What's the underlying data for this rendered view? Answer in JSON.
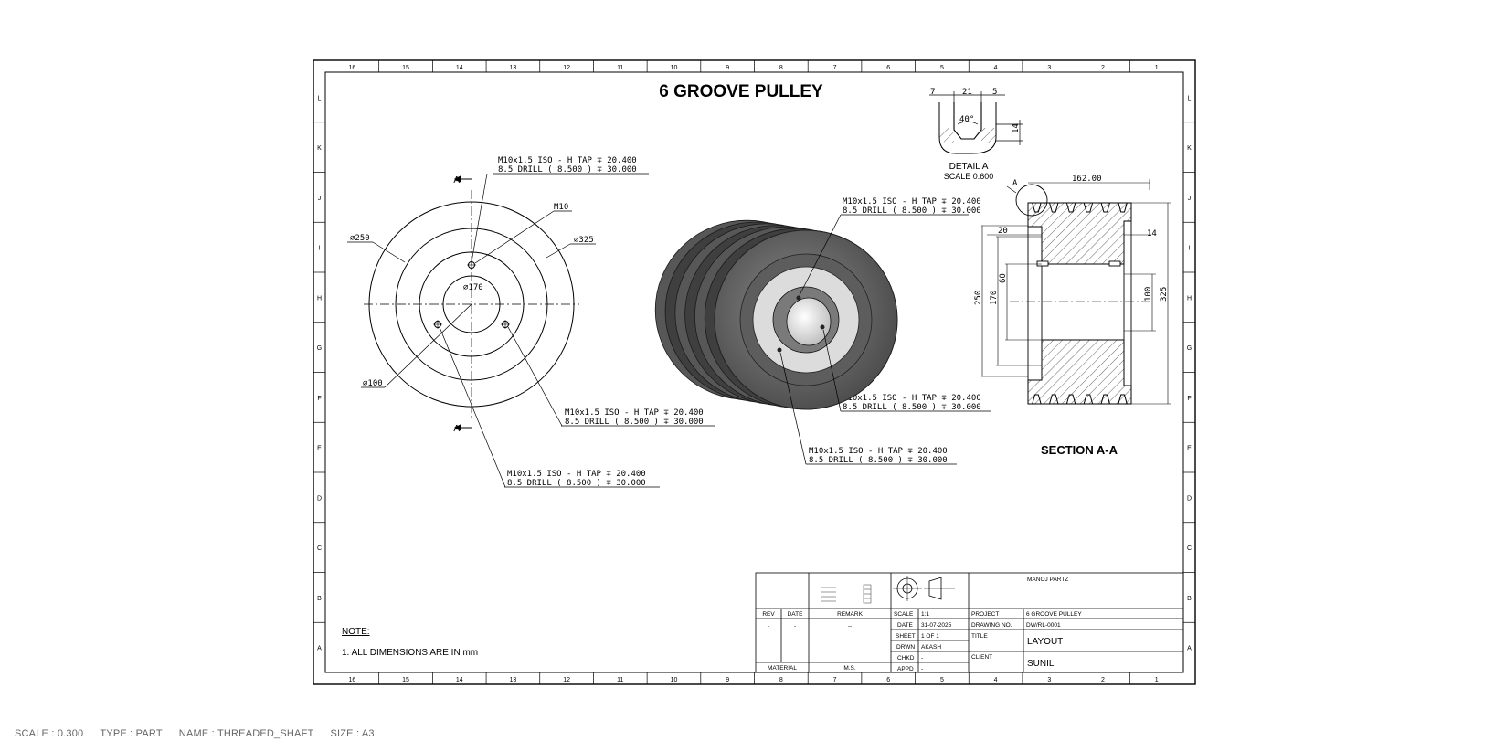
{
  "drawing": {
    "title": "6 GROOVE PULLEY",
    "columns": [
      "16",
      "15",
      "14",
      "13",
      "12",
      "11",
      "10",
      "9",
      "8",
      "7",
      "6",
      "5",
      "4",
      "3",
      "2",
      "1"
    ],
    "rows": [
      "L",
      "K",
      "J",
      "I",
      "H",
      "G",
      "F",
      "E",
      "D",
      "C",
      "B",
      "A"
    ],
    "detail": {
      "label": "DETAIL A",
      "scale": "SCALE 0.600",
      "dims": [
        "7",
        "21",
        "5",
        "40°",
        "14"
      ]
    },
    "section_label": "SECTION A-A",
    "cut_label": "A",
    "hole_note_line1": "M10x1.5 ISO - H TAP ∓ 20.400",
    "hole_note_line2": "8.5 DRILL ( 8.500 ) ∓ 30.000",
    "front_view_dims": {
      "d250": "⌀250",
      "d325": "⌀325",
      "d170": "⌀170",
      "d100": "⌀100",
      "m10": "M10"
    },
    "section_dims": [
      "162.00",
      "20",
      "14",
      "250",
      "170",
      "60",
      "100",
      "325"
    ],
    "notes": {
      "heading": "NOTE:",
      "line1": "1. ALL DIMENSIONS ARE IN mm"
    }
  },
  "title_block": {
    "company": "MANOJ PARTZ",
    "revision_headers": [
      "REV",
      "DATE",
      "REMARK"
    ],
    "revision_row": [
      "-",
      "-",
      "--"
    ],
    "material_label": "MATERIAL",
    "material_value": "M.S.",
    "fields": [
      {
        "label": "SCALE",
        "value": "1:1"
      },
      {
        "label": "DATE",
        "value": "31-07-2025"
      },
      {
        "label": "SHEET",
        "value": "1 OF 1"
      },
      {
        "label": "DRWN",
        "value": "AKASH"
      },
      {
        "label": "CHKD",
        "value": "-"
      },
      {
        "label": "APPD",
        "value": "-"
      }
    ],
    "project_label": "PROJECT",
    "project_value": "6 GROOVE PULLEY",
    "drawing_no_label": "DRAWING NO.",
    "drawing_no_value": "DW/RL-0001",
    "title_label": "TITLE",
    "title_value": "LAYOUT",
    "client_label": "CLIENT",
    "client_value": "SUNIL"
  },
  "status_bar": {
    "scale": "SCALE : 0.300",
    "type": "TYPE : PART",
    "name": "NAME : THREADED_SHAFT",
    "size": "SIZE : A3"
  }
}
